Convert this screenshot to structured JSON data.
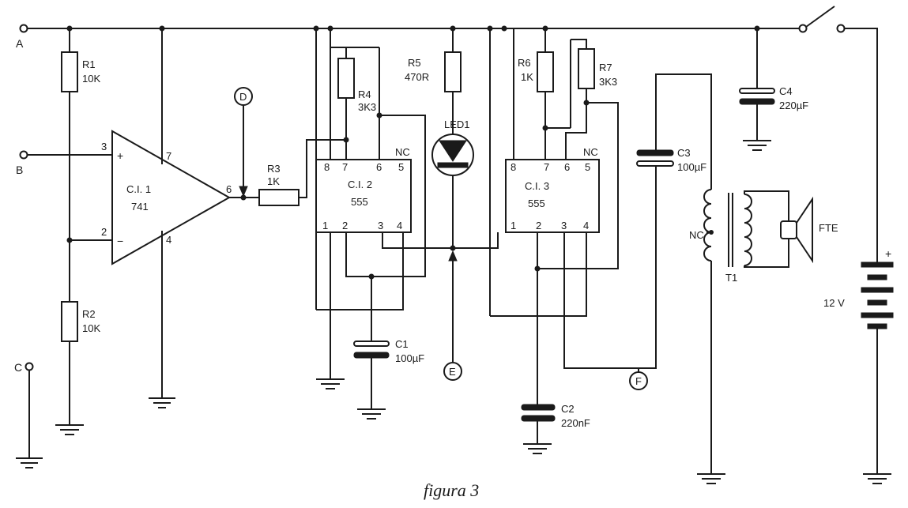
{
  "caption": "figura 3",
  "terminals": {
    "a": "A",
    "b": "B",
    "c": "C",
    "d": "D",
    "e": "E",
    "f": "F"
  },
  "opamp": {
    "name": "C.I. 1",
    "part": "741",
    "plus": "+",
    "minus": "−",
    "pin_in_plus": "3",
    "pin_in_minus": "2",
    "pin_out": "6",
    "pin_vcc": "7",
    "pin_gnd": "4"
  },
  "ic2": {
    "name": "C.I. 2",
    "part": "555",
    "nc": "NC",
    "pins_top": [
      "8",
      "7",
      "6",
      "5"
    ],
    "pins_bottom": [
      "1",
      "2",
      "3",
      "4"
    ]
  },
  "ic3": {
    "name": "C.I. 3",
    "part": "555",
    "nc": "NC",
    "pins_top": [
      "8",
      "7",
      "6",
      "5"
    ],
    "pins_bottom": [
      "1",
      "2",
      "3",
      "4"
    ]
  },
  "resistors": {
    "r1": {
      "name": "R1",
      "value": "10K"
    },
    "r2": {
      "name": "R2",
      "value": "10K"
    },
    "r3": {
      "name": "R3",
      "value": "1K"
    },
    "r4": {
      "name": "R4",
      "value": "3K3"
    },
    "r5": {
      "name": "R5",
      "value": "470R"
    },
    "r6": {
      "name": "R6",
      "value": "1K"
    },
    "r7": {
      "name": "R7",
      "value": "3K3"
    }
  },
  "capacitors": {
    "c1": {
      "name": "C1",
      "value": "100µF"
    },
    "c2": {
      "name": "C2",
      "value": "220nF"
    },
    "c3": {
      "name": "C3",
      "value": "100µF"
    },
    "c4": {
      "name": "C4",
      "value": "220µF"
    }
  },
  "led": {
    "name": "LED1"
  },
  "transformer": {
    "name": "T1",
    "nc": "NC"
  },
  "speaker": {
    "name": "FTE"
  },
  "battery": {
    "voltage": "12 V",
    "plus": "+"
  },
  "colors": {
    "ink": "#1a1a1a",
    "paper": "#ffffff"
  }
}
